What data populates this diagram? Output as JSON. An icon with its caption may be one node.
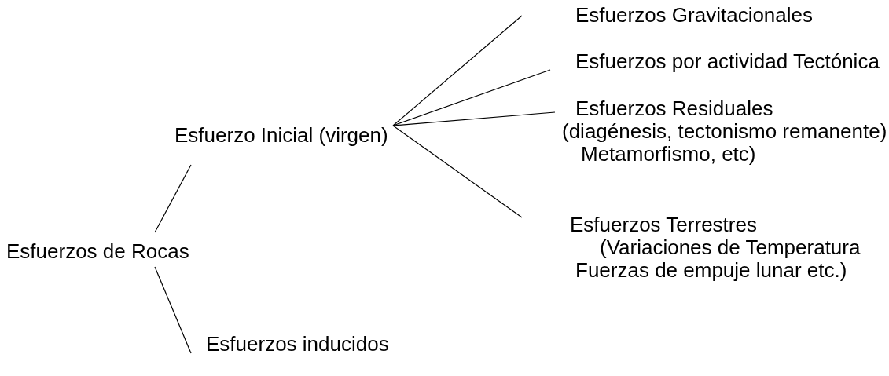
{
  "diagram": {
    "nodes": [
      {
        "text": [
          "Esfuerzos de Rocas"
        ]
      },
      {
        "text": [
          "Esfuerzo Inicial (virgen)"
        ]
      },
      {
        "text": [
          "Esfuerzos inducidos"
        ]
      },
      {
        "text": [
          "Esfuerzos Gravitacionales"
        ]
      },
      {
        "text": [
          "Esfuerzos por actividad Tectónica"
        ]
      },
      {
        "text": [
          "Esfuerzos Residuales",
          "(diagénesis, tectonismo remanente) Metamorfismo, etc)"
        ]
      },
      {
        "text": [
          "Esfuerzos Terrestres",
          "(Variaciones de Temperatura Fuerzas de empuje lunar etc.)"
        ]
      }
    ],
    "edges": [
      {
        "from": 0,
        "to": 1,
        "arrow": "none"
      },
      {
        "from": 0,
        "to": 2,
        "arrow": "none"
      },
      {
        "from": 1,
        "to": 3,
        "arrow": "none"
      },
      {
        "from": 1,
        "to": 4,
        "arrow": "none"
      },
      {
        "from": 1,
        "to": 5,
        "arrow": "none"
      },
      {
        "from": 1,
        "to": 6,
        "arrow": "none"
      }
    ]
  }
}
